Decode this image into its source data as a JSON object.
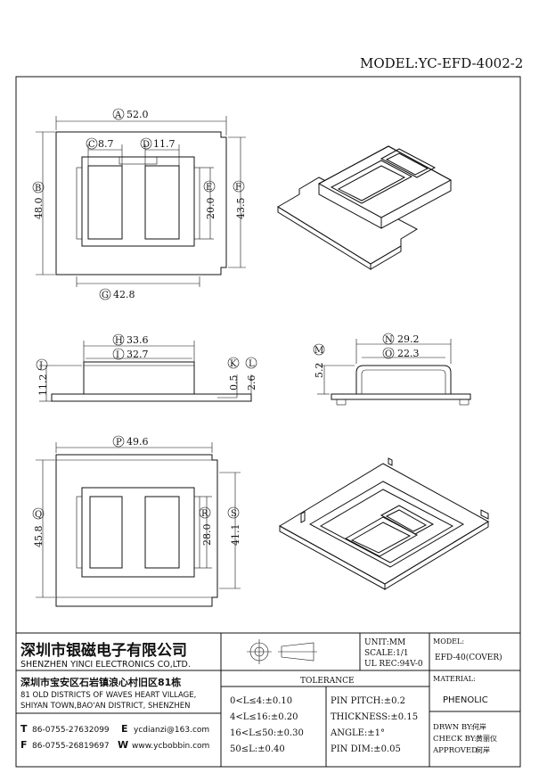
{
  "model_label": "MODEL:YC-EFD-4002-2",
  "dims": {
    "A": "52.0",
    "B": "48.0",
    "C": "8.7",
    "D": "11.7",
    "E": "20.0",
    "F": "43.5",
    "G": "42.8",
    "H": "33.6",
    "I": "32.7",
    "J": "11.2",
    "K": "0.5",
    "L": "2.6",
    "M": "5.2",
    "N": "29.2",
    "O": "22.3",
    "P": "49.6",
    "Q": "45.8",
    "R": "28.0",
    "S": "41.1"
  },
  "letters": [
    "A",
    "B",
    "C",
    "D",
    "E",
    "F",
    "G",
    "H",
    "I",
    "J",
    "K",
    "L",
    "M",
    "N",
    "O",
    "P",
    "Q",
    "R",
    "S"
  ],
  "company": {
    "name_cn": "深圳市银磁电子有限公司",
    "name_en": "SHENZHEN YINCI ELECTRONICS CO,LTD.",
    "address_cn": "深圳市宝安区石岩镇浪心村旧区81栋",
    "address_en_1": "81 OLD DISTRICTS OF WAVES HEART VILLAGE,",
    "address_en_2": "SHIYAN TOWN,BAO'AN DISTRICT, SHENZHEN",
    "phone_prefix": "T",
    "phone": "86-0755-27632099",
    "email_prefix": "E",
    "email": "ycdianzi@163.com",
    "fax_prefix": "F",
    "fax": "86-0755-26819697",
    "web_prefix": "W",
    "web": "www.ycbobbin.com"
  },
  "specs": {
    "unit": "UNIT:MM",
    "scale": "SCALE:1/1",
    "ul": "UL REC:94V-0"
  },
  "model_box": {
    "title": "MODEL:",
    "value": "EFD-40(COVER)"
  },
  "material_box": {
    "title": "MATERIAL:",
    "value": "PHENOLIC"
  },
  "tolerance": {
    "title": "TOLERANCE",
    "left": [
      "0<L≤4:±0.10",
      "4<L≤16:±0.20",
      "16<L≤50:±0.30",
      "50≤L:±0.40"
    ],
    "right": [
      "PIN PITCH:±0.2",
      "THICKNESS:±0.15",
      "ANGLE:±1°",
      "PIN DIM:±0.05"
    ]
  },
  "approval": {
    "drawn": "DRWN BY:",
    "drawn_name": "何岸",
    "check": "CHECK BY:",
    "check_name": "黄丽仪",
    "approved": "APPROVED:",
    "approved_name": "何岸"
  }
}
